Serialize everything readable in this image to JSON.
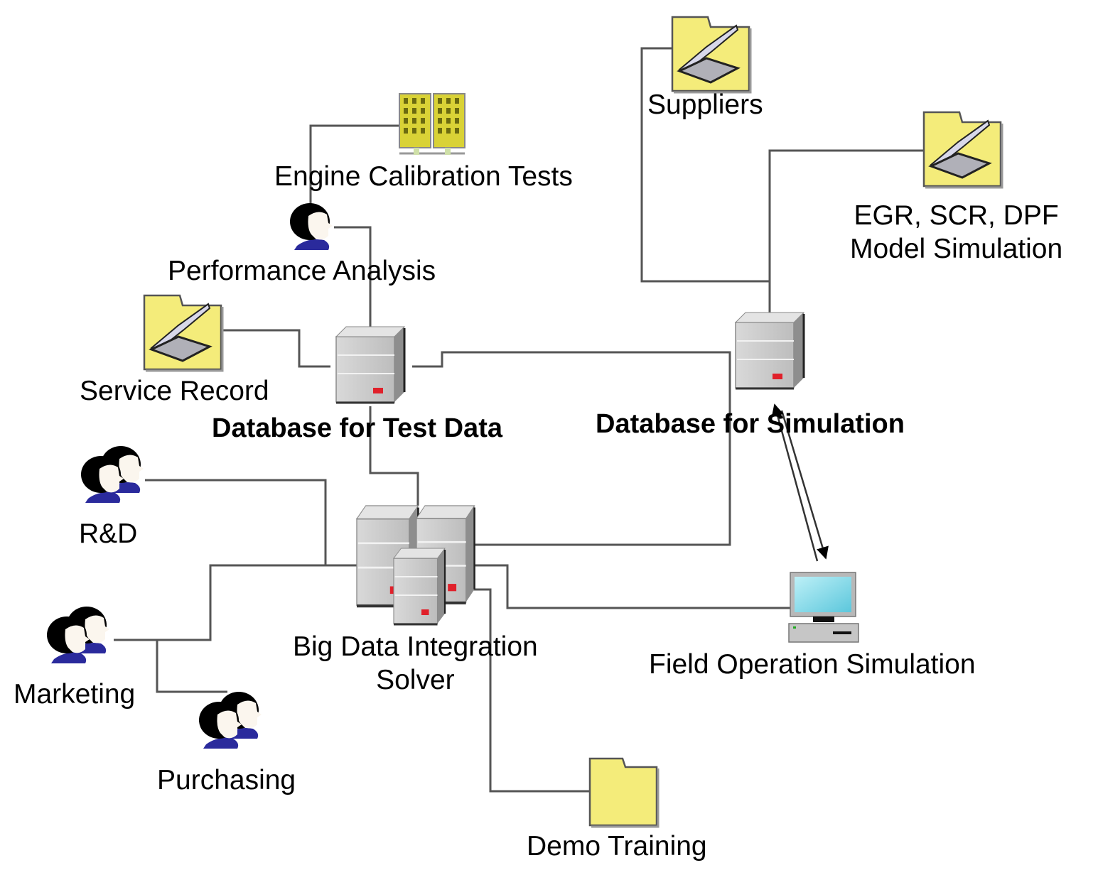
{
  "diagram": {
    "nodes": {
      "engine_calibration": {
        "label": "Engine Calibration Tests",
        "icon": "test-rack-icon"
      },
      "performance_analysis": {
        "label": "Performance Analysis",
        "icon": "person-icon"
      },
      "service_record": {
        "label": "Service Record",
        "icon": "scanner-folder-icon"
      },
      "db_test": {
        "label": "Database for Test Data",
        "icon": "server-icon"
      },
      "suppliers": {
        "label": "Suppliers",
        "icon": "scanner-folder-icon"
      },
      "egr_model": {
        "line1": "EGR, SCR, DPF",
        "line2": "Model Simulation",
        "icon": "scanner-folder-icon"
      },
      "db_sim": {
        "label": "Database for Simulation",
        "icon": "server-icon"
      },
      "rnd": {
        "label": "R&D",
        "icon": "group-icon"
      },
      "marketing": {
        "label": "Marketing",
        "icon": "group-icon"
      },
      "purchasing": {
        "label": "Purchasing",
        "icon": "group-icon"
      },
      "big_data": {
        "line1": "Big Data Integration",
        "line2": "Solver",
        "icon": "server-cluster-icon"
      },
      "field_op": {
        "label": "Field Operation Simulation",
        "icon": "computer-icon"
      },
      "demo_training": {
        "label": "Demo Training",
        "icon": "folder-icon"
      }
    },
    "edges": [
      [
        "engine_calibration",
        "performance_analysis"
      ],
      [
        "performance_analysis",
        "db_test"
      ],
      [
        "service_record",
        "db_test"
      ],
      [
        "db_test",
        "db_sim"
      ],
      [
        "db_test",
        "big_data"
      ],
      [
        "suppliers",
        "db_sim"
      ],
      [
        "egr_model",
        "db_sim"
      ],
      [
        "db_sim",
        "field_op",
        "bidirectional"
      ],
      [
        "rnd",
        "big_data"
      ],
      [
        "marketing",
        "big_data"
      ],
      [
        "marketing",
        "purchasing"
      ],
      [
        "big_data",
        "db_sim"
      ],
      [
        "big_data",
        "field_op"
      ],
      [
        "big_data",
        "demo_training"
      ]
    ],
    "colors": {
      "folder": "#f4ec7a",
      "server": "#c8c8c8",
      "server_led": "#e0202a",
      "screen": "#7fd6e6",
      "hair": "#000000",
      "shirt": "#2a2a9c",
      "wire": "#555555"
    }
  }
}
